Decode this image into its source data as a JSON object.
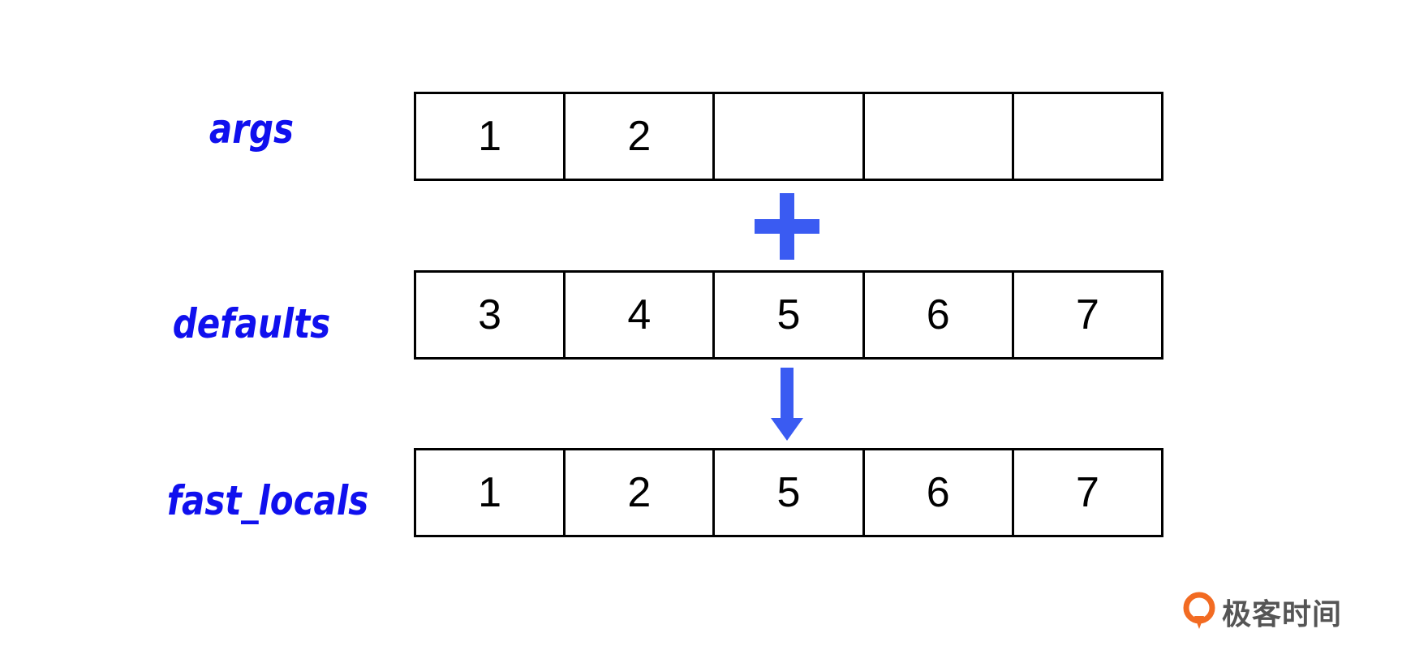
{
  "rows": [
    {
      "label": "args",
      "cells": [
        "1",
        "2",
        "",
        "",
        ""
      ]
    },
    {
      "label": "defaults",
      "cells": [
        "3",
        "4",
        "5",
        "6",
        "7"
      ]
    },
    {
      "label": "fast_locals",
      "cells": [
        "1",
        "2",
        "5",
        "6",
        "7"
      ]
    }
  ],
  "operators": {
    "combine": "plus-icon",
    "result": "arrow-down-icon"
  },
  "logo": {
    "text": "极客时间",
    "icon": "geektime-logo-icon"
  },
  "colors": {
    "label": "#1010ee",
    "operator": "#3a5bf2",
    "border": "#000000",
    "logo_orange": "#f26b22",
    "logo_text": "#555555"
  }
}
